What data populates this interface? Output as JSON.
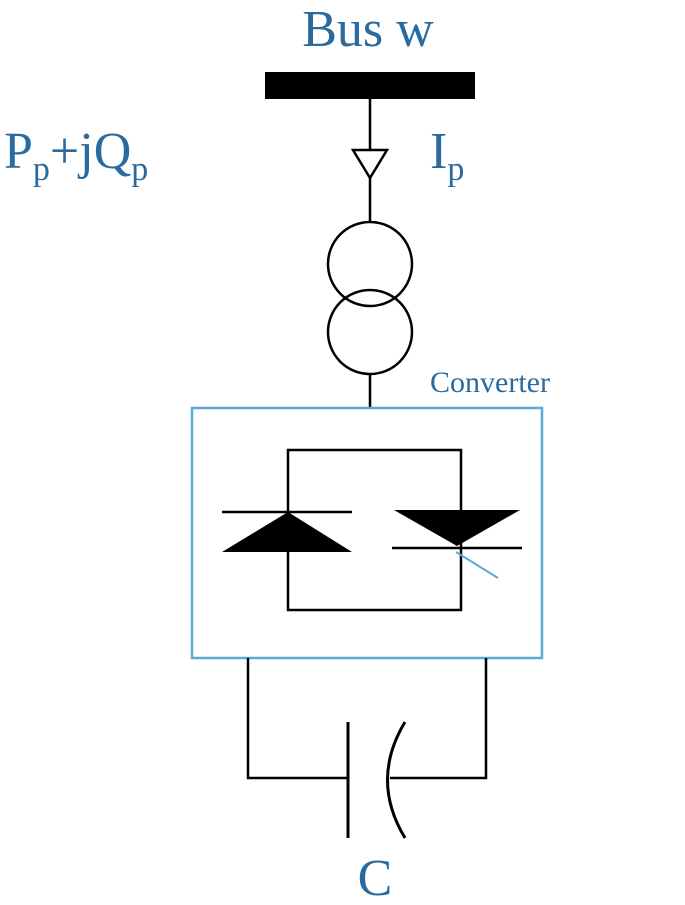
{
  "labels": {
    "bus": "Bus w",
    "power_main": "P",
    "power_sub1": "p",
    "power_mid": "+jQ",
    "power_sub2": "p",
    "current_main": "I",
    "current_sub": "p",
    "converter": "Converter",
    "capacitor": "C"
  },
  "colors": {
    "text": "#2a6a9e",
    "line": "#000000",
    "converter_box": "#5aaad8",
    "thyristor_gate": "#5aaad8"
  }
}
